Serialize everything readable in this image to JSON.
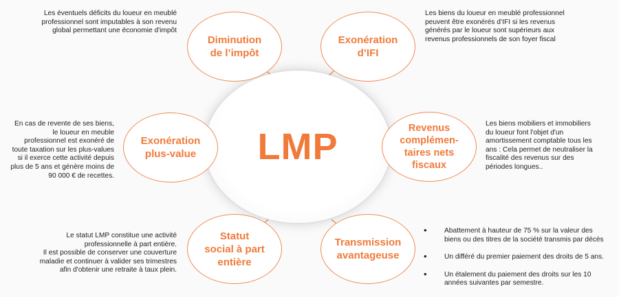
{
  "center": {
    "label": "LMP"
  },
  "nodes": [
    {
      "id": "diminution",
      "label": "Diminution\nde l’impôt",
      "description": "Les éventuels déficits du loueur en meublé\nprofessionnel sont imputables à son revenu\nglobal permettant une économie d'impôt"
    },
    {
      "id": "ifi",
      "label": "Exonération\nd’IFI",
      "description": "Les biens du loueur en meublé professionnel\npeuvent être exonérés d’IFI si les revenus\ngénérés par le loueur sont supérieurs aux\nrevenus professionnels de son foyer fiscal"
    },
    {
      "id": "plus_value",
      "label": "Exonération\nplus-value",
      "description": "En cas de revente de ses biens,\nle loueur en meuble\nprofessionnel est exonéré de\ntoute taxation sur les plus-values\nsi il exerce cette activité depuis\nplus de 5 ans et génère moins de\n90 000 € de recettes."
    },
    {
      "id": "revenus",
      "label": "Revenus\ncomplémen-\ntaires nets\nfiscaux",
      "description": "Les biens mobiliers et immobiliers\ndu loueur font l'objet d'un\namortissement comptable tous les\nans : Cela permet de neutraliser la\nfiscalité des revenus sur des\npériodes longues.."
    },
    {
      "id": "statut",
      "label": "Statut\nsocial à part\nentière",
      "description": "Le statut LMP constitue une activité\nprofessionnelle à part entière.\nIl est possible de conserver une couverture\nmaladie et continuer à valider ses trimestres\nafin d'obtenir une retraite à taux plein."
    },
    {
      "id": "transmission",
      "label": "Transmission\navantageuse",
      "bullets": [
        "Abattement à hauteur de 75 % sur la valeur des\nbiens ou des titres de la société transmis par décès",
        "Un différé du premier paiement des droits de 5 ans.",
        "Un étalement du paiement des droits sur les 10\nannées suivantes par semestre."
      ]
    }
  ],
  "colors": {
    "accent": "#f07a3a",
    "border": "#f08b55",
    "text": "#1e1e1e"
  }
}
